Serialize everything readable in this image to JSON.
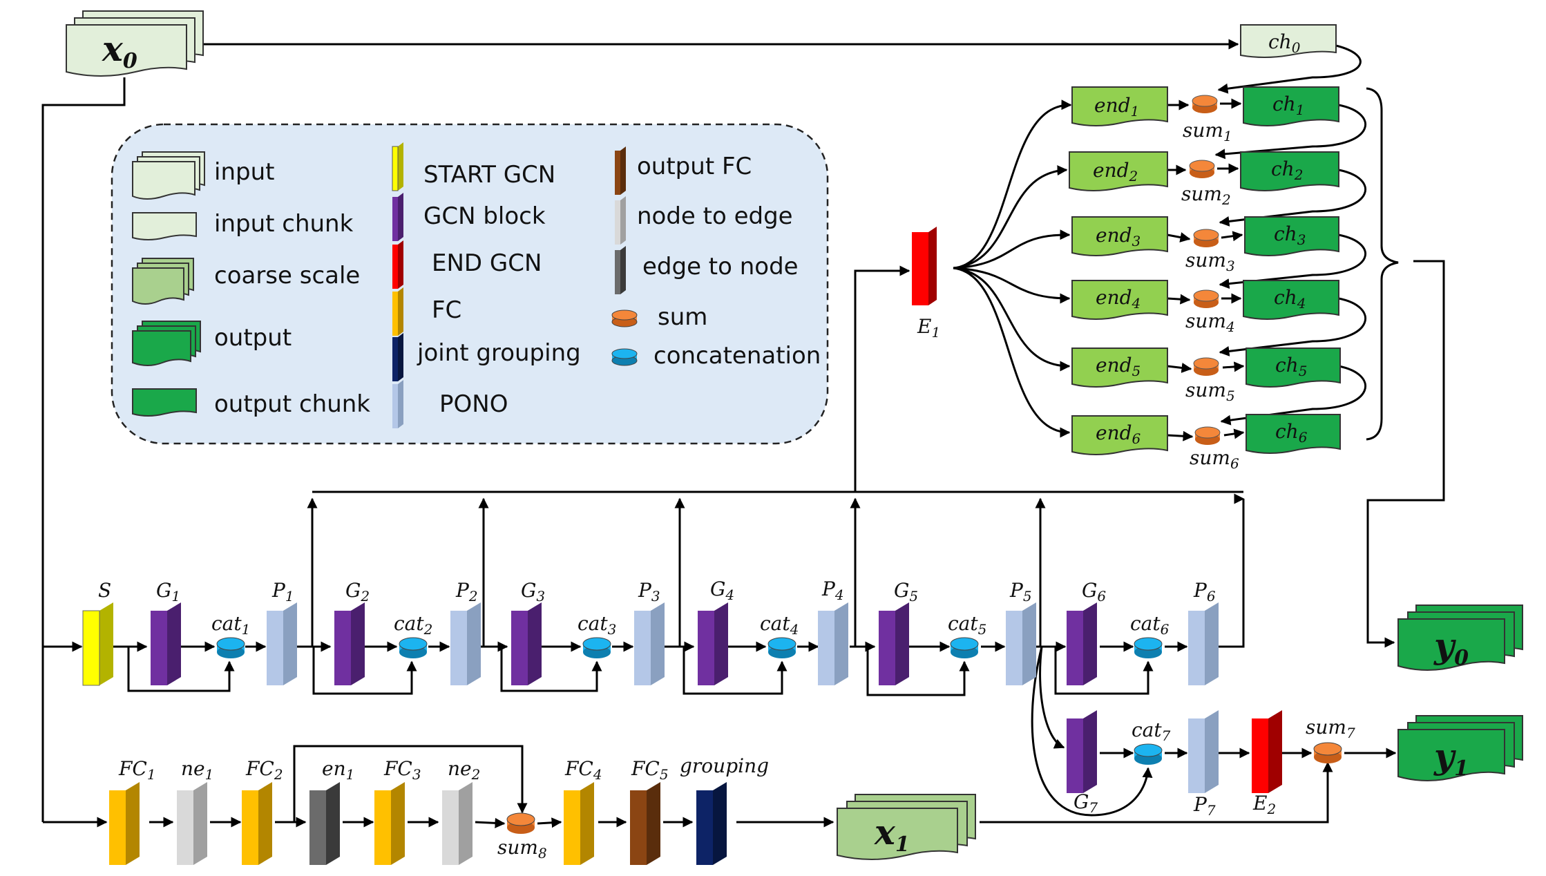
{
  "legend": {
    "input": "input",
    "input_chunk": "input chunk",
    "coarse_scale": "coarse scale",
    "output": "output",
    "output_chunk": "output chunk",
    "start_gcn": "START GCN",
    "gcn_block": "GCN block",
    "end_gcn": "END GCN",
    "fc": "FC",
    "joint_grouping": "joint grouping",
    "pono": "PONO",
    "output_fc": "output FC",
    "node_to_edge": "node to edge",
    "edge_to_node": "edge to node",
    "sum": "sum",
    "concatenation": "concatenation"
  },
  "inputs": {
    "x0": "x",
    "x0_sub": "0",
    "x1": "x",
    "x1_sub": "1"
  },
  "outputs": {
    "y0": "y",
    "y0_sub": "0",
    "y1": "y",
    "y1_sub": "1"
  },
  "gcn_row": {
    "start": "S",
    "g": "G",
    "cat": "cat",
    "p": "P",
    "g1": "1",
    "cat1": "1",
    "p1": "1",
    "g2": "2",
    "cat2": "2",
    "p2": "2",
    "g3": "3",
    "cat3": "3",
    "p3": "3",
    "g4": "4",
    "cat4": "4",
    "p4": "4",
    "g5": "5",
    "cat5": "5",
    "p5": "5",
    "g6": "6",
    "cat6": "6",
    "p6": "6",
    "g7": "7",
    "cat7": "7",
    "p7": "7"
  },
  "e1": "E",
  "e1_sub": "1",
  "e2": "E",
  "e2_sub": "2",
  "sum7": "sum",
  "sum7_sub": "7",
  "chunks": {
    "ch": "ch",
    "end": "end",
    "sum": "sum",
    "ch0_sub": "0",
    "i1": "1",
    "i2": "2",
    "i3": "3",
    "i4": "4",
    "i5": "5",
    "i6": "6"
  },
  "fc_row": {
    "fc": "FC",
    "ne": "ne",
    "en": "en",
    "fc1": "1",
    "ne1": "1",
    "fc2": "2",
    "en1": "1",
    "fc3": "3",
    "ne2": "2",
    "sum8": "sum",
    "sum8_sub": "8",
    "fc4": "4",
    "fc5": "5",
    "grouping": "grouping"
  },
  "colors": {
    "start_gcn": "#ffff00",
    "gcn_block": "#7030a0",
    "end_gcn": "#ff0000",
    "fc": "#ffc000",
    "output_fc": "#8b4513",
    "node_to_edge": "#d9d9d9",
    "edge_to_node": "#6b6b6b",
    "joint_grouping": "#0d2366",
    "pono": "#b4c7e7",
    "sum": "#f4873a",
    "concatenation": "#1cb4f0",
    "input_fill": "#e2efda",
    "coarse_fill": "#a9d08e",
    "output_fill": "#1aa84a",
    "end_fill": "#92d050",
    "legend_bg": "#dde9f6"
  }
}
